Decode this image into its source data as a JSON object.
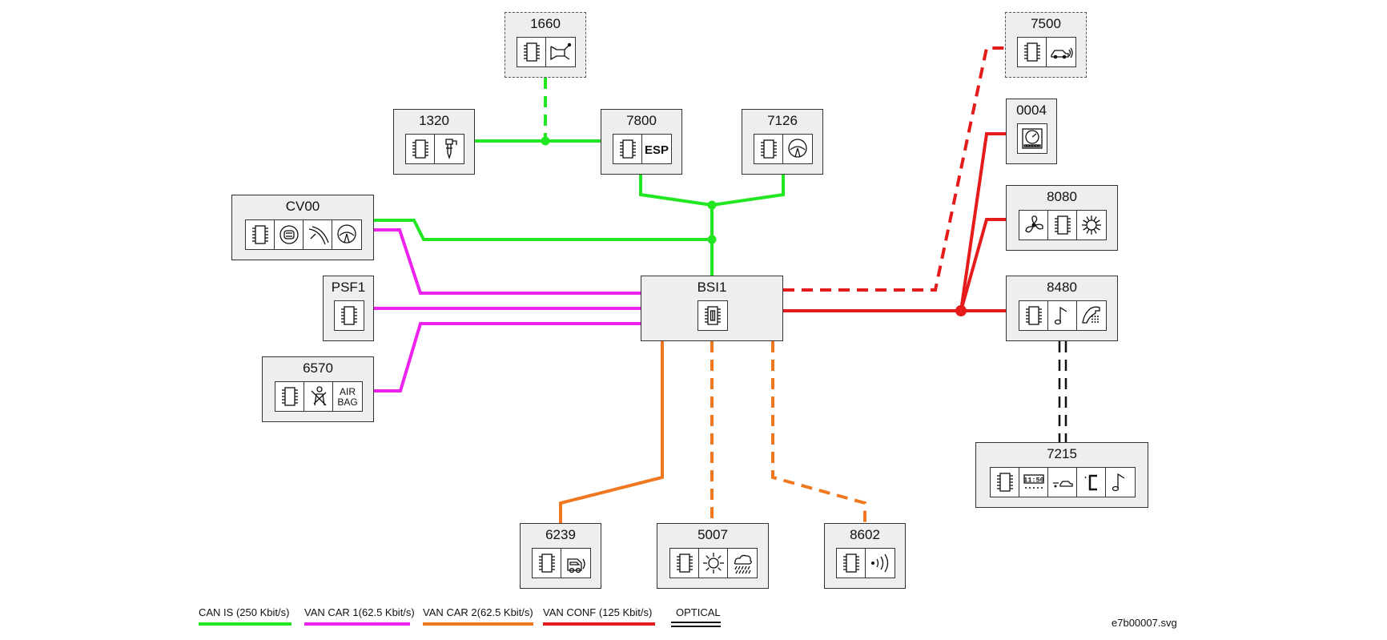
{
  "colors": {
    "can_is": "#22e622",
    "van_car1": "#ee22ee",
    "van_car2": "#f07820",
    "van_conf": "#e51b1b",
    "optical": "#111111",
    "node_fill": "#eeeeee"
  },
  "nodes": [
    {
      "id": "1660",
      "label": "1660",
      "dashed": true,
      "icons": [
        "chip-icon",
        "gear-lever-icon"
      ]
    },
    {
      "id": "1320",
      "label": "1320",
      "dashed": false,
      "icons": [
        "chip-icon",
        "injector-icon"
      ]
    },
    {
      "id": "7800",
      "label": "7800",
      "dashed": false,
      "icons": [
        "chip-icon",
        "esp-text-icon"
      ],
      "esp_text": "ESP"
    },
    {
      "id": "7126",
      "label": "7126",
      "dashed": false,
      "icons": [
        "chip-icon",
        "steering-wheel-icon"
      ]
    },
    {
      "id": "CV00",
      "label": "CV00",
      "dashed": false,
      "icons": [
        "chip-icon",
        "horn-switch-icon",
        "wiper-stalk-icon",
        "steering-wheel-icon"
      ]
    },
    {
      "id": "PSF1",
      "label": "PSF1",
      "dashed": false,
      "icons": [
        "chip-icon"
      ]
    },
    {
      "id": "6570",
      "label": "6570",
      "dashed": false,
      "icons": [
        "chip-icon",
        "seatbelt-icon",
        "airbag-text-icon"
      ],
      "airbag_text": [
        "AIR",
        "BAG"
      ]
    },
    {
      "id": "BSI1",
      "label": "BSI1",
      "dashed": false,
      "icons": [
        "fuse-chip-icon"
      ]
    },
    {
      "id": "6239",
      "label": "6239",
      "dashed": false,
      "icons": [
        "chip-icon",
        "parking-car-icon"
      ]
    },
    {
      "id": "5007",
      "label": "5007",
      "dashed": false,
      "icons": [
        "chip-icon",
        "sun-sensor-icon",
        "rain-sensor-icon"
      ]
    },
    {
      "id": "8602",
      "label": "8602",
      "dashed": false,
      "icons": [
        "chip-icon",
        "alarm-waves-icon"
      ]
    },
    {
      "id": "7500",
      "label": "7500",
      "dashed": true,
      "icons": [
        "chip-icon",
        "car-signal-icon"
      ]
    },
    {
      "id": "0004",
      "label": "0004",
      "dashed": false,
      "icons": [
        "instrument-cluster-icon"
      ]
    },
    {
      "id": "8080",
      "label": "8080",
      "dashed": false,
      "icons": [
        "fan-icon",
        "chip-icon",
        "snowflake-icon"
      ]
    },
    {
      "id": "8480",
      "label": "8480",
      "dashed": false,
      "icons": [
        "chip-icon",
        "music-note-icon",
        "telephone-icon"
      ]
    },
    {
      "id": "7215",
      "label": "7215",
      "dashed": false,
      "icons": [
        "chip-icon",
        "clock-display-icon",
        "car-lights-icon",
        "bracket-icon",
        "music-note-icon"
      ],
      "clock_text": "11:50"
    }
  ],
  "legend": [
    {
      "label": "CAN IS (250 Kbit/s)",
      "color_key": "can_is"
    },
    {
      "label": "VAN CAR 1(62.5 Kbit/s)",
      "color_key": "van_car1"
    },
    {
      "label": "VAN CAR 2(62.5 Kbit/s)",
      "color_key": "van_car2"
    },
    {
      "label": "VAN CONF (125 Kbit/s)",
      "color_key": "van_conf"
    },
    {
      "label": "OPTICAL",
      "color_key": "optical"
    }
  ],
  "filename": "e7b00007.svg"
}
